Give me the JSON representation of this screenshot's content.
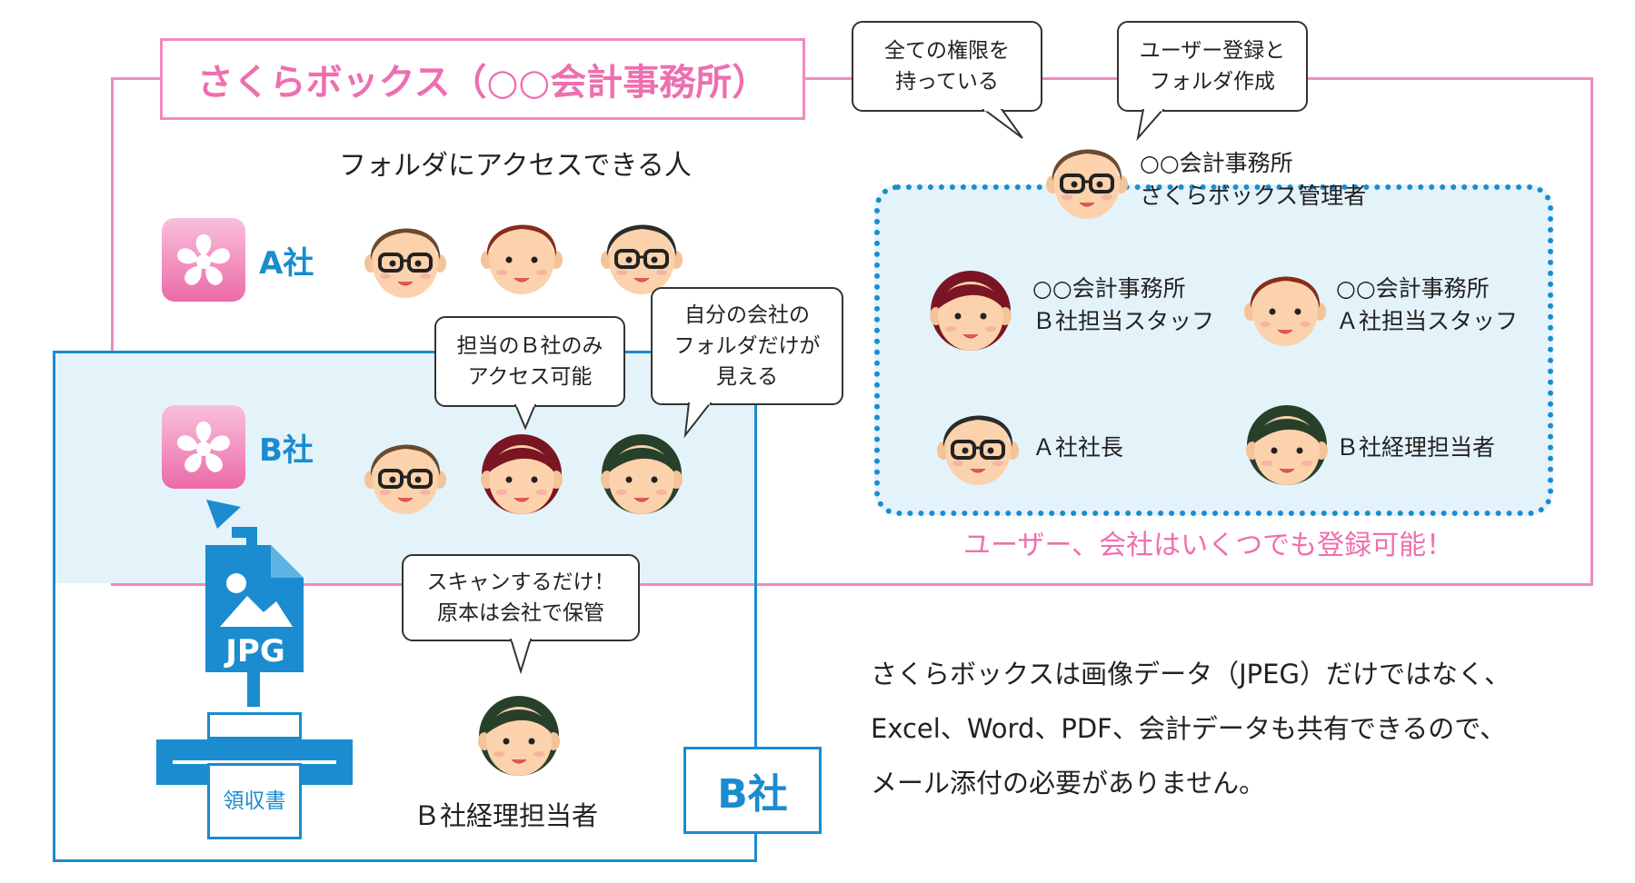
{
  "title": "さくらボックス（○○会計事務所）",
  "access_heading": "フォルダにアクセスできる人",
  "company_a_label": "A社",
  "company_b_label": "B社",
  "company_b_box_label": "B社",
  "bubbles": {
    "all_rights": "全ての権限を\n持っている",
    "user_folder": "ユーザー登録と\nフォルダ作成",
    "only_b": "担当のＢ社のみ\nアクセス可能",
    "own_folder": "自分の会社の\nフォルダだけが\n見える",
    "scan_only": "スキャンするだけ！\n原本は会社で保管"
  },
  "people": {
    "admin": "○○会計事務所\nさくらボックス管理者",
    "staff_b": "○○会計事務所\nＢ社担当スタッフ",
    "staff_a": "○○会計事務所\nＡ社担当スタッフ",
    "president_a": "Ａ社社長",
    "accountant_b": "Ｂ社経理担当者",
    "accountant_b_bottom": "Ｂ社経理担当者"
  },
  "note_register": "ユーザー、会社はいくつでも登録可能！",
  "jpg_label": "JPG",
  "receipt_label": "領収書",
  "description": "さくらボックスは画像データ（JPEG）だけではなく、\nExcel、Word、PDF、会計データも共有できるので、\nメール添付の必要がありません。",
  "colors": {
    "pink": "#f08ac0",
    "blue": "#1a8ccf",
    "light_blue": "#e4f3fa"
  }
}
